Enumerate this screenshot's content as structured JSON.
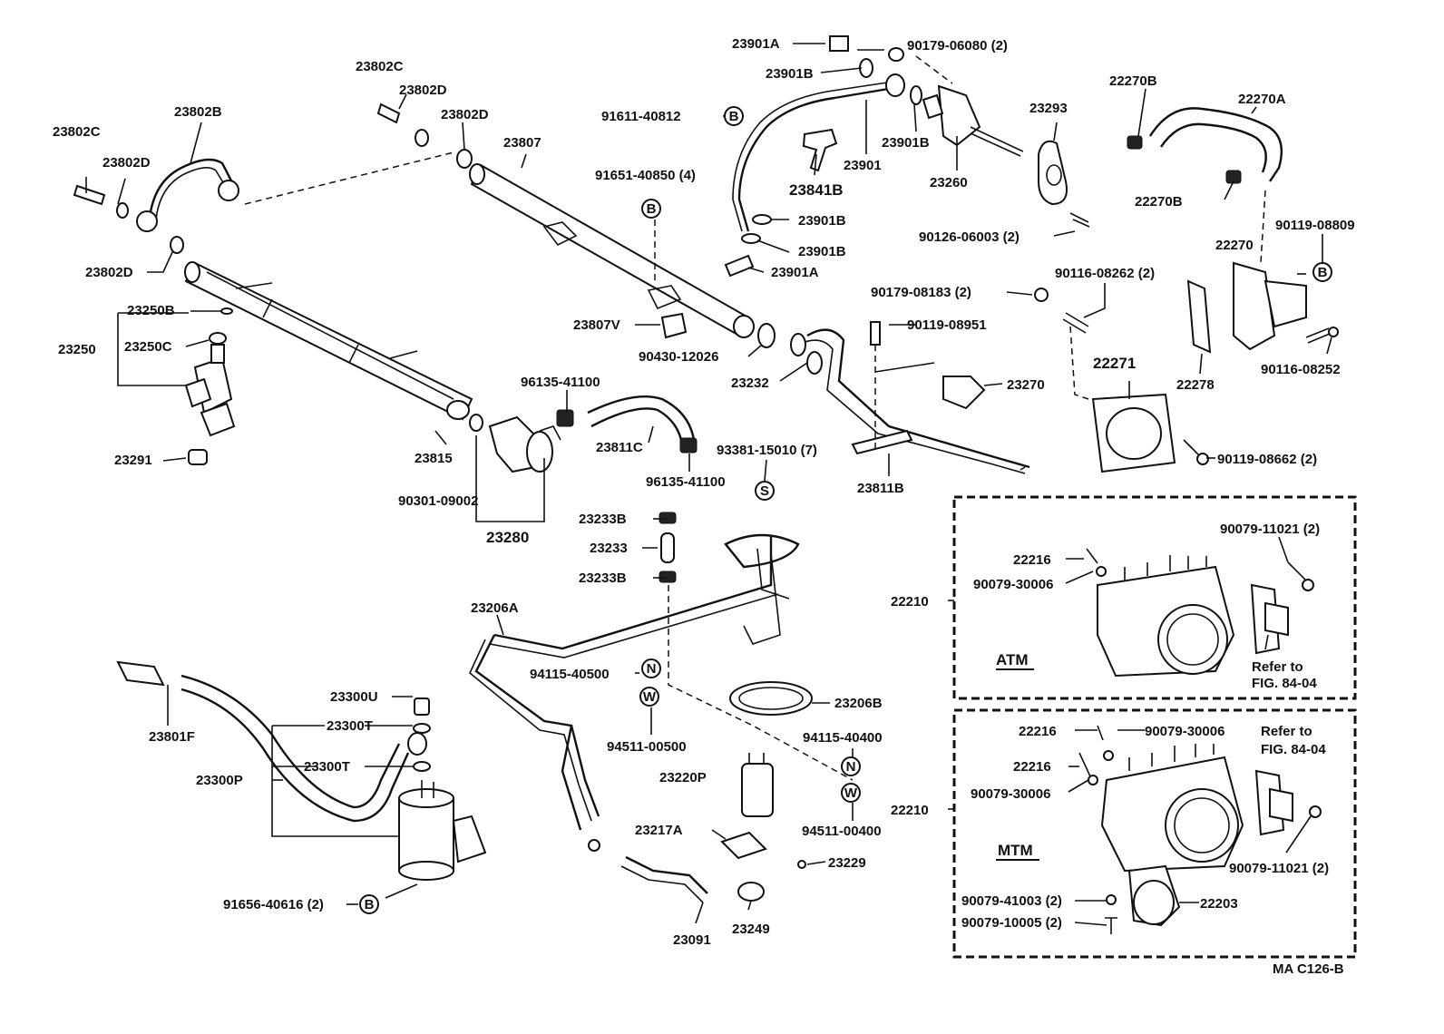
{
  "figure_code": "MA C126-B",
  "labels": {
    "p23802C_a": "23802C",
    "p23802C_b": "23802C",
    "p23802D_a": "23802D",
    "p23802D_b": "23802D",
    "p23802D_c": "23802D",
    "p23802D_d": "23802D",
    "p23802B": "23802B",
    "p23807": "23807",
    "p23250B": "23250B",
    "p23250": "23250",
    "p23250C": "23250C",
    "p23291": "23291",
    "p23815": "23815",
    "p90301_09002": "90301-09002",
    "p23280": "23280",
    "p96135_41100_a": "96135-41100",
    "p96135_41100_b": "96135-41100",
    "p23811C": "23811C",
    "p23807V": "23807V",
    "p90430_12026": "90430-12026",
    "p91651_40850": "91651-40850 (4)",
    "p91611_40812": "91611-40812",
    "p23901A_a": "23901A",
    "p23901A_b": "23901A",
    "p23901B_a": "23901B",
    "p23901B_b": "23901B",
    "p23901B_c": "23901B",
    "p23901B_d": "23901B",
    "p23901": "23901",
    "p23841B": "23841B",
    "p90179_06080": "90179-06080 (2)",
    "p23260": "23260",
    "p23293": "23293",
    "p90126_06003": "90126-06003 (2)",
    "p22270B_a": "22270B",
    "p22270B_b": "22270B",
    "p22270A": "22270A",
    "p22270": "22270",
    "p90119_08809": "90119-08809",
    "p90116_08262": "90116-08262 (2)",
    "p90179_08183": "90179-08183 (2)",
    "p90119_08951": "90119-08951",
    "p23232": "23232",
    "p23270": "23270",
    "p22271": "22271",
    "p22278": "22278",
    "p90116_08252": "90116-08252",
    "p90119_08662": "90119-08662 (2)",
    "p23811B": "23811B",
    "p93381_15010": "93381-15010 (7)",
    "p23233B_a": "23233B",
    "p23233": "23233",
    "p23233B_b": "23233B",
    "p23206A": "23206A",
    "p94115_40500": "94115-40500",
    "p94511_00500": "94511-00500",
    "p23206B": "23206B",
    "p94115_40400": "94115-40400",
    "p94511_00400": "94511-00400",
    "p23220P": "23220P",
    "p23217A": "23217A",
    "p23229": "23229",
    "p23249": "23249",
    "p23091": "23091",
    "p23801F": "23801F",
    "p23300U": "23300U",
    "p23300T_a": "23300T",
    "p23300T_b": "23300T",
    "p23300P": "23300P",
    "p91656_40616": "91656-40616 (2)",
    "p22210_a": "22210",
    "p22210_b": "22210",
    "p22216_a": "22216",
    "p22216_b": "22216",
    "p22216_c": "22216",
    "p90079_30006_a": "90079-30006",
    "p90079_30006_b": "90079-30006",
    "p90079_30006_c": "90079-30006",
    "p90079_11021_a": "90079-11021 (2)",
    "p90079_11021_b": "90079-11021 (2)",
    "atm": "ATM",
    "mtm": "MTM",
    "refer_to_a": "Refer to",
    "fig_a": "FIG. 84-04",
    "refer_to_b": "Refer to",
    "fig_b": "FIG. 84-04",
    "p90079_41003": "90079-41003 (2)",
    "p90079_10005": "90079-10005 (2)",
    "p22203": "22203"
  },
  "symbols": {
    "b1": "B",
    "b2": "B",
    "b3": "B",
    "b4": "B",
    "s1": "S",
    "n1": "N",
    "w1": "W",
    "n2": "N",
    "w2": "W"
  }
}
